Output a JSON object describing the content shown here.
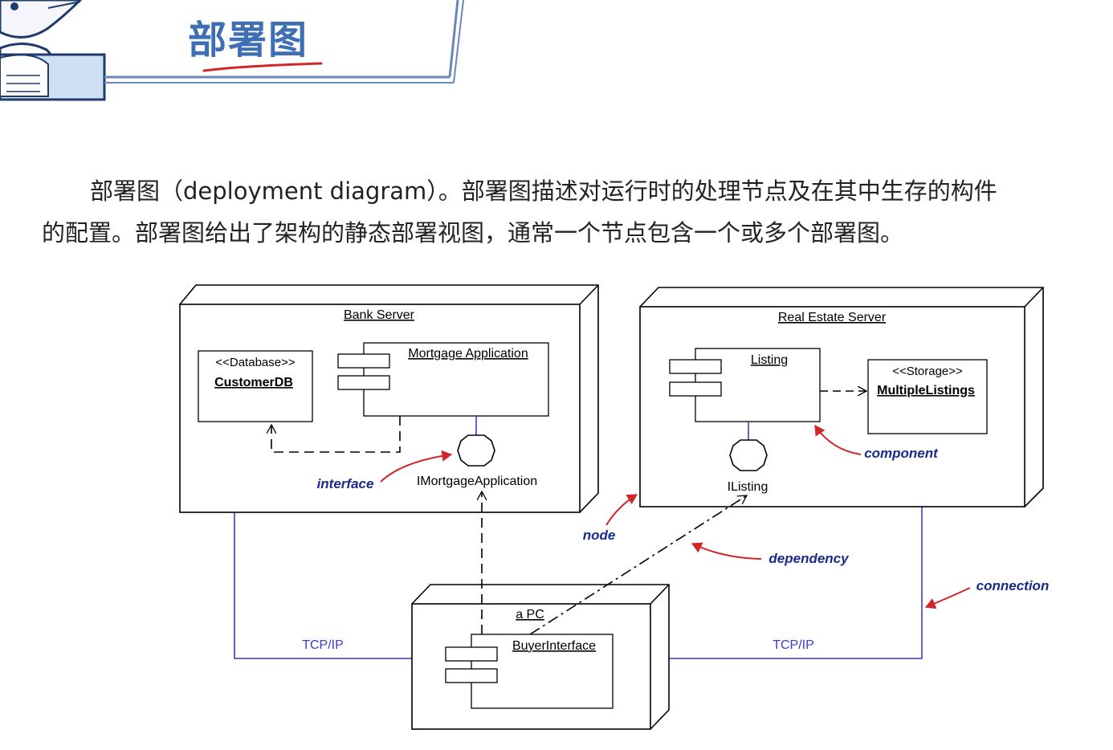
{
  "header": {
    "title": "部署图"
  },
  "intro": {
    "line1": "部署图（deployment diagram）。部署图描述对运行时的处理节点及在其中生存的构件",
    "line2": "的配置。部署图给出了架构的静态部署视图，通常一个节点包含一个或多个部署图。"
  },
  "diagram": {
    "nodes": {
      "bank_server": "Bank Server",
      "real_estate_server": "Real Estate Server",
      "a_pc": "a PC"
    },
    "components": {
      "customer_db_stereotype": "<<Database>>",
      "customer_db": "CustomerDB",
      "mortgage_application": "Mortgage Application",
      "listing": "Listing",
      "storage_stereotype": "<<Storage>>",
      "multiple_listings": "MultipleListings",
      "buyer_interface": "BuyerInterface"
    },
    "interfaces": {
      "imortgage_application": "IMortgageApplication",
      "ilisting": "IListing"
    },
    "connections": {
      "left_protocol": "TCP/IP",
      "right_protocol": "TCP/IP"
    },
    "annotations": {
      "interface": "interface",
      "component": "component",
      "node": "node",
      "dependency": "dependency",
      "connection": "connection"
    },
    "colors": {
      "annotation": "#1a2a8a",
      "arrow": "#d0262a",
      "connection": "#3a3ad0",
      "title": "#3e6fb5"
    }
  }
}
